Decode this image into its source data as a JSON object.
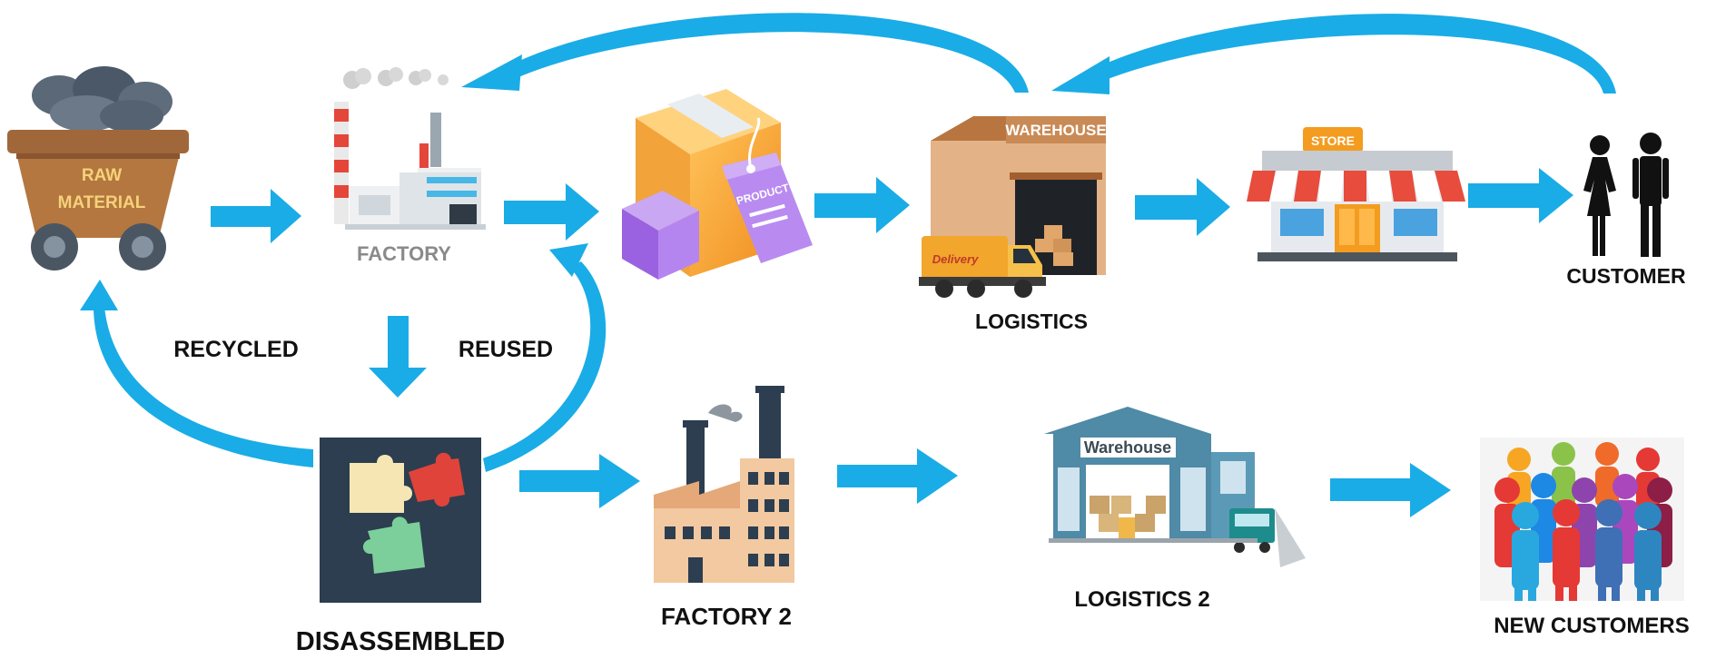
{
  "labels": {
    "raw_material_line1": "RAW",
    "raw_material_line2": "MATERIAL",
    "factory": "FACTORY",
    "logistics": "LOGISTICS",
    "customer": "CUSTOMER",
    "recycled": "RECYCLED",
    "reused": "REUSED",
    "disassembled": "DISASSEMBLED",
    "factory2": "FACTORY 2",
    "logistics2": "LOGISTICS 2",
    "new_customers": "NEW CUSTOMERS"
  },
  "signs": {
    "product_tag": "PRODUCT",
    "warehouse_top": "WAREHOUSE",
    "delivery_truck": "Delivery",
    "store": "STORE",
    "warehouse_bottom": "Warehouse"
  },
  "icons": {
    "raw_material": "mine-cart-icon",
    "factory": "factory-icon",
    "product": "product-box-icon",
    "logistics": "warehouse-truck-icon",
    "store": "store-icon",
    "customer": "customer-couple-icon",
    "disassembled": "puzzle-pieces-icon",
    "factory2": "factory-2-icon",
    "logistics2": "warehouse-2-icon",
    "new_customers": "crowd-icon"
  },
  "colors": {
    "arrow": "#1aace6",
    "text": "#111111",
    "factory_label": "#8a8a8a",
    "puzzle_bg": "#2c3e4f"
  }
}
